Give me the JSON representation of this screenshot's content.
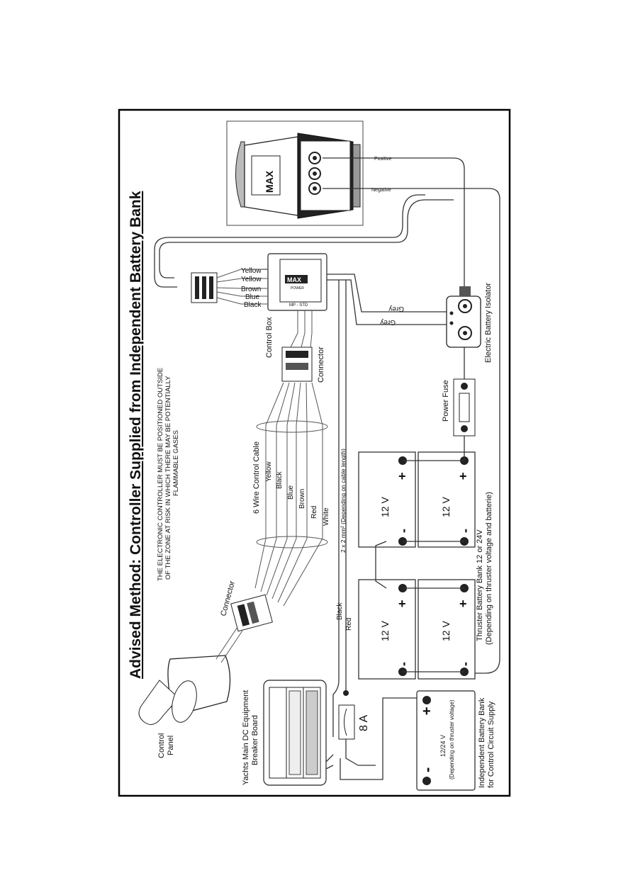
{
  "title": "Advised Method: Controller Supplied from Independent Battery Bank",
  "warning": {
    "line1": "THE ELECTRONIC CONTROLLER MUST BE POSITIONED OUTSIDE",
    "line2": "OF THE ZONE AT RISK IN WHICH THERE MAY BE POTENTIALLY",
    "line3": "FLAMMABLE GASES"
  },
  "labels": {
    "control_panel_1": "Control",
    "control_panel_2": "Panel",
    "connector_top": "Connector",
    "connector_bottom": "Connector",
    "control_box": "Control Box",
    "cable": "6 Wire Control Cable",
    "breaker_1": "Yachts Main DC Equipment",
    "breaker_2": "Breaker Board",
    "fuse_8a": "8 A",
    "cable_length": "2 x 2 mm² (Depending on cable length)",
    "black_wire": "Black",
    "red_wire": "Red",
    "independent_battery_1": "Independent Battery Bank",
    "independent_battery_2": "for Control Circuit Supply",
    "battery_small_v": "12/24 V",
    "battery_small_note": "(Depending on thruster voltage)",
    "thruster_bank_1": "Thruster Battery Bank 12 or 24V",
    "thruster_bank_2": "(Depending on thruster voltage and batterie)",
    "power_fuse": "Power Fuse",
    "isolator": "Electric Battery Isolator",
    "grey_1": "Grey",
    "grey_2": "Grey",
    "positive": "Positive",
    "negative": "Negative",
    "mp_std": "MP - STD",
    "logo_text": "MAX",
    "logo_sub": "POWER",
    "battery_v": "12 V",
    "plus": "+",
    "minus": "-"
  },
  "cable_colors": [
    "Yellow",
    "Black",
    "Blue",
    "Brown",
    "Red",
    "White"
  ],
  "connector_colors": [
    "Yellow",
    "Yellow",
    "Brown",
    "Blue",
    "Black"
  ]
}
